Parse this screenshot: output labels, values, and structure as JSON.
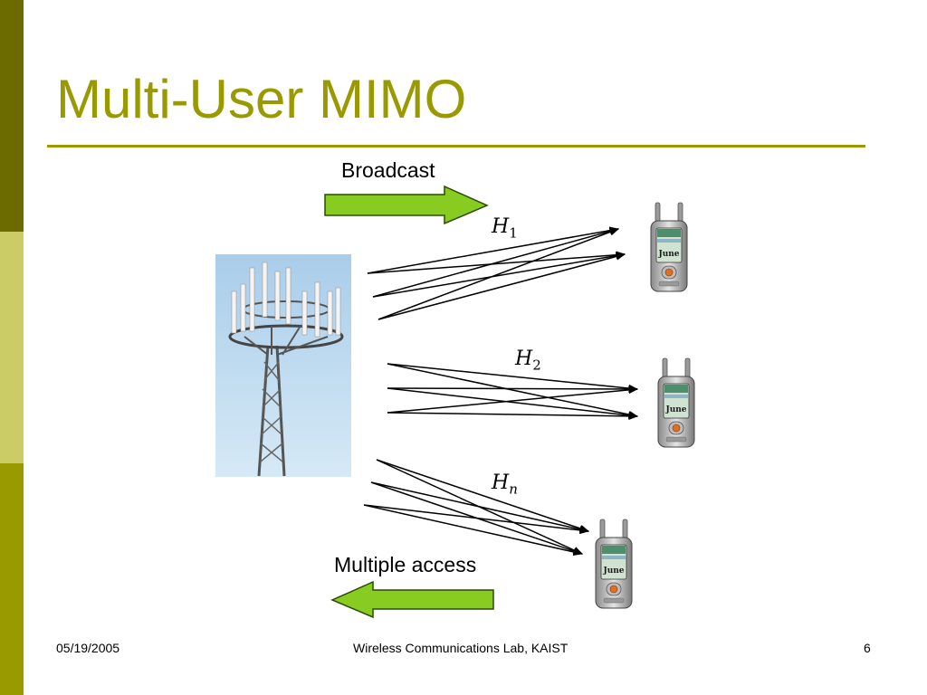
{
  "slide": {
    "title": "Multi-User MIMO",
    "colors": {
      "accent": "#999900",
      "sidebar_dark": "#6b6b00",
      "sidebar_light": "#cccc66",
      "arrow_fill": "#88cc22"
    }
  },
  "diagram": {
    "broadcast_label": "Broadcast",
    "multiple_access_label": "Multiple access",
    "channels": [
      {
        "base": "H",
        "sub": "1"
      },
      {
        "base": "H",
        "sub": "2"
      },
      {
        "base": "H",
        "sub": "n"
      }
    ],
    "phone_screen_text": "June",
    "icons": [
      "cell-tower-image",
      "mobile-phone-icon",
      "right-arrow-icon",
      "left-arrow-icon"
    ]
  },
  "footer": {
    "date": "05/19/2005",
    "center": "Wireless Communications Lab, KAIST",
    "page": "6"
  }
}
